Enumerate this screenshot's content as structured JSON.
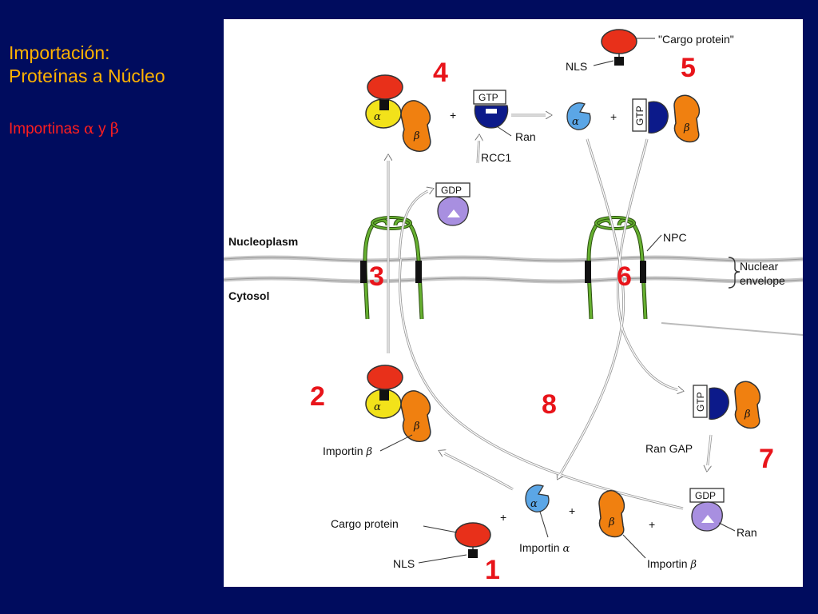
{
  "slide": {
    "title_line1": "Importación:",
    "title_line2": "Proteínas a Núcleo",
    "subtitle_prefix": "Importinas",
    "subtitle_alpha": "α",
    "subtitle_and": "y",
    "subtitle_beta": "β"
  },
  "diagram": {
    "compartments": {
      "nucleoplasm": "Nucleoplasm",
      "cytosol": "Cytosol",
      "envelope_line1": "Nuclear",
      "envelope_line2": "envelope",
      "npc": "NPC"
    },
    "labels": {
      "cargo_quoted": "\"Cargo protein\"",
      "nls": "NLS",
      "ran": "Ran",
      "rcc1": "RCC1",
      "gtp": "GTP",
      "gdp": "GDP",
      "importin_beta_label": "Importin",
      "ran_gap": "Ran GAP",
      "cargo_protein": "Cargo protein",
      "importin_alpha_label": "Importin",
      "plus": "+",
      "alpha": "α",
      "beta": "β"
    },
    "steps": [
      "1",
      "2",
      "3",
      "4",
      "5",
      "6",
      "7",
      "8"
    ]
  },
  "colors": {
    "background": "#000c5e",
    "title": "#ffb200",
    "subtitle": "#ff1e1e",
    "cargo": "#e8301a",
    "importin_alpha_bound": "#f2e21a",
    "importin_alpha_free": "#5ba6e6",
    "importin_beta": "#f08010",
    "ran_gtp": "#0c1a8a",
    "ran_gdp": "#a88fe0",
    "npc": "#5aa02c",
    "step_numbers": "#e8141a"
  }
}
